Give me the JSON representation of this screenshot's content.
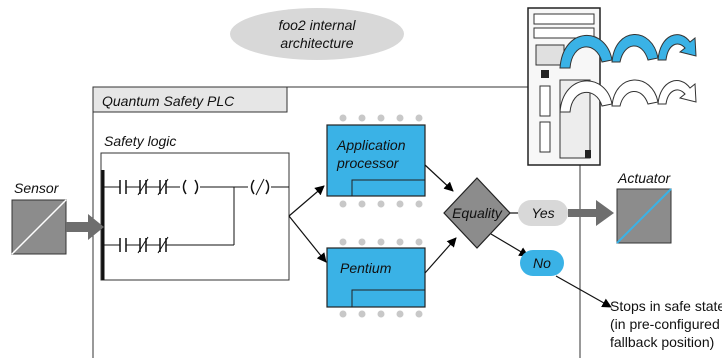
{
  "bubble": {
    "line1": "foo2 internal",
    "line2": "architecture"
  },
  "plc": {
    "title": "Quantum Safety PLC",
    "logic_label": "Safety logic"
  },
  "processors": {
    "app_line1": "Application",
    "app_line2": "processor",
    "pentium": "Pentium"
  },
  "decision": {
    "label": "Equality",
    "yes": "Yes",
    "no": "No"
  },
  "io": {
    "sensor": "Sensor",
    "actuator": "Actuator"
  },
  "outcome": {
    "line1": "Stops in safe state",
    "line2": "(in pre-configured",
    "line3": "fallback position)"
  },
  "colors": {
    "processor_fill": "#3ab2e6",
    "plc_header": "#e6e6e6",
    "io_gray": "#8c8c8c",
    "arrow_gray": "#6e6e6e",
    "bubble_gray": "#d8d8d8"
  }
}
